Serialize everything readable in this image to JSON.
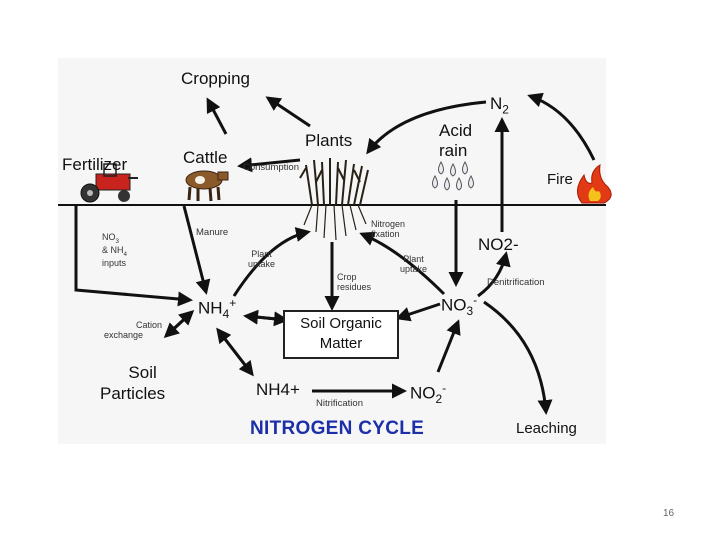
{
  "diagram": {
    "title": "NITROGEN CYCLE",
    "labels": {
      "cropping": "Cropping",
      "fertilizer": "Fertilizer",
      "cattle": "Cattle",
      "consumption": "Consumption",
      "plants": "Plants",
      "acid_rain_1": "Acid",
      "acid_rain_2": "rain",
      "n2": "N",
      "n2_sub": "2",
      "fire": "Fire",
      "no3_nh4_inputs_1": "NO",
      "no3_nh4_inputs_1_sub": "3",
      "no3_nh4_inputs_2": "& NH",
      "no3_nh4_inputs_2_sub": "4",
      "no3_nh4_inputs_3": "inputs",
      "manure": "Manure",
      "nitrogen_fixation_1": "Nitrogen",
      "nitrogen_fixation_2": "fixation",
      "no2_upper": "NO2-",
      "plant_uptake_left_1": "Plant",
      "plant_uptake_left_2": "uptake",
      "plant_uptake_right_1": "Plant",
      "plant_uptake_right_2": "uptake",
      "crop_residues_1": "Crop",
      "crop_residues_2": "residues",
      "denitrification": "Denitrification",
      "nh4_upper": "NH",
      "nh4_upper_sub": "4",
      "nh4_upper_sup": "+",
      "cation_exchange_1": "Cation",
      "cation_exchange_2": "exchange",
      "soil_organic_matter_1": "Soil Organic",
      "soil_organic_matter_2": "Matter",
      "no3": "NO",
      "no3_sub": "3",
      "no3_sup": "-",
      "soil_particles_1": "Soil",
      "soil_particles_2": "Particles",
      "nh4_lower": "NH4+",
      "nitrification": "Nitrification",
      "no2_lower": "NO",
      "no2_lower_sub": "2",
      "no2_lower_sup": "-",
      "leaching": "Leaching"
    }
  },
  "page_number": "16"
}
